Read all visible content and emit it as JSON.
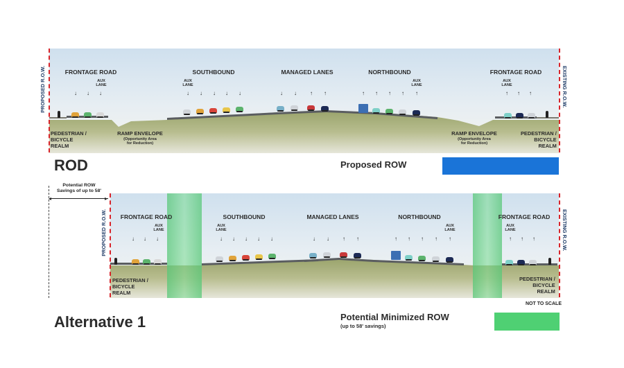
{
  "top": {
    "labels": {
      "frontage_left": "FRONTAGE ROAD",
      "southbound": "SOUTHBOUND",
      "managed": "MANAGED LANES",
      "northbound": "NORTHBOUND",
      "frontage_right": "FRONTAGE ROAD",
      "aux_lane": "AUX\nLANE",
      "ramp_left": "RAMP ENVELOPE",
      "ramp_left_note": "(Opportunity Area\nfor Reduction)",
      "ramp_right": "RAMP ENVELOPE",
      "ramp_right_note": "(Opportunity Area\nfor Reduction)",
      "ped_left": "PEDESTRIAN /\nBICYCLE\nREALM",
      "ped_right": "PEDESTRIAN /\nBICYCLE\nREALM",
      "proposed_row": "PROPOSED R.O.W.",
      "existing_row": "EXISTING R.O.W."
    },
    "title": "ROD",
    "legend_label": "Proposed ROW",
    "legend_color": "#1a74d8"
  },
  "savings_note": "Potential ROW\nSavings of up to 58'",
  "bottom": {
    "labels": {
      "frontage_left": "FRONTAGE ROAD",
      "southbound": "SOUTHBOUND",
      "managed": "MANAGED LANES",
      "northbound": "NORTHBOUND",
      "frontage_right": "FRONTAGE ROAD",
      "aux_lane": "AUX\nLANE",
      "ped_left": "PEDESTRIAN /\nBICYCLE\nREALM",
      "ped_right": "PEDESTRIAN /\nBICYCLE\nREALM",
      "proposed_row": "PROPOSED R.O.W.",
      "existing_row": "EXISTING R.O.W."
    },
    "not_to_scale": "NOT TO SCALE",
    "title": "Alternative 1",
    "legend_label": "Potential Minimized ROW",
    "legend_sub": "(up to 58' savings)",
    "legend_color": "#4fd073"
  },
  "colors": {
    "row_line": "#d8242a",
    "ground": "#8f9a66",
    "pavement": "#5a5d60"
  }
}
